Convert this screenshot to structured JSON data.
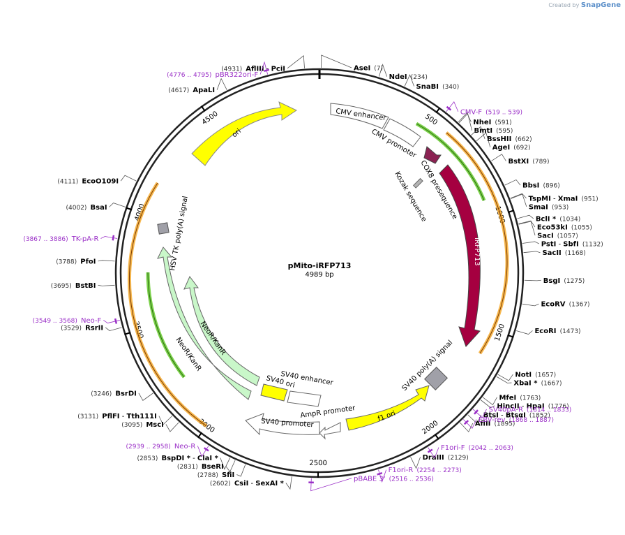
{
  "credit": {
    "prefix": "Created by",
    "brand": "SnapGene"
  },
  "plasmid": {
    "name": "pMito-iRFP713",
    "length_label": "4989 bp",
    "length": 4989
  },
  "ticks": [
    {
      "bp": 500,
      "label": "500"
    },
    {
      "bp": 1000,
      "label": "1000"
    },
    {
      "bp": 1500,
      "label": "1500"
    },
    {
      "bp": 2000,
      "label": "2000"
    },
    {
      "bp": 2500,
      "label": "2500"
    },
    {
      "bp": 3000,
      "label": "3000"
    },
    {
      "bp": 3500,
      "label": "3500"
    },
    {
      "bp": 4000,
      "label": "4000"
    },
    {
      "bp": 4500,
      "label": "4500"
    }
  ],
  "enzymes": [
    {
      "name": "AflIII",
      "name2": "PciI",
      "pos": "(4931)",
      "bp": 4931,
      "side": "L"
    },
    {
      "name": "AseI",
      "pos": "(7)",
      "bp": 7,
      "side": "R"
    },
    {
      "name": "NdeI",
      "pos": "(234)",
      "bp": 234,
      "side": "R"
    },
    {
      "name": "SnaBI",
      "pos": "(340)",
      "bp": 340,
      "side": "R"
    },
    {
      "name": "NheI",
      "pos": "(591)",
      "bp": 591,
      "side": "R"
    },
    {
      "name": "BmtI",
      "pos": "(595)",
      "bp": 595,
      "side": "R"
    },
    {
      "name": "BssHII",
      "pos": "(662)",
      "bp": 662,
      "side": "R"
    },
    {
      "name": "AgeI",
      "pos": "(692)",
      "bp": 692,
      "side": "R"
    },
    {
      "name": "BstXI",
      "pos": "(789)",
      "bp": 789,
      "side": "R"
    },
    {
      "name": "BbsI",
      "pos": "(896)",
      "bp": 896,
      "side": "R"
    },
    {
      "name": "TspMI",
      "name2": "XmaI",
      "pos": "(951)",
      "bp": 951,
      "side": "R"
    },
    {
      "name": "SmaI",
      "pos": "(953)",
      "bp": 953,
      "side": "R"
    },
    {
      "name": "BclI *",
      "pos": "(1034)",
      "bp": 1034,
      "side": "R"
    },
    {
      "name": "Eco53kI",
      "pos": "(1055)",
      "bp": 1055,
      "side": "R"
    },
    {
      "name": "SacI",
      "pos": "(1057)",
      "bp": 1057,
      "side": "R"
    },
    {
      "name": "PstI",
      "name2": "SbfI",
      "pos": "(1132)",
      "bp": 1132,
      "side": "R"
    },
    {
      "name": "SacII",
      "pos": "(1168)",
      "bp": 1168,
      "side": "R"
    },
    {
      "name": "BsgI",
      "pos": "(1275)",
      "bp": 1275,
      "side": "R"
    },
    {
      "name": "EcoRV",
      "pos": "(1367)",
      "bp": 1367,
      "side": "R"
    },
    {
      "name": "EcoRI",
      "pos": "(1473)",
      "bp": 1473,
      "side": "R"
    },
    {
      "name": "NotI",
      "pos": "(1657)",
      "bp": 1657,
      "side": "R"
    },
    {
      "name": "XbaI *",
      "pos": "(1667)",
      "bp": 1667,
      "side": "R"
    },
    {
      "name": "MfeI",
      "pos": "(1763)",
      "bp": 1763,
      "side": "R"
    },
    {
      "name": "HincII",
      "name2": "HpaI",
      "pos": "(1776)",
      "bp": 1776,
      "side": "R"
    },
    {
      "name": "BtsI",
      "name2": "BtsαI",
      "pos": "(1852)",
      "bp": 1852,
      "side": "R"
    },
    {
      "name": "AflII",
      "pos": "(1895)",
      "bp": 1895,
      "side": "R"
    },
    {
      "name": "DraIII",
      "pos": "(2129)",
      "bp": 2129,
      "side": "R"
    },
    {
      "name": "CsiI",
      "name2": "SexAI *",
      "pos": "(2602)",
      "bp": 2602,
      "side": "L"
    },
    {
      "name": "SfiI",
      "pos": "(2788)",
      "bp": 2788,
      "side": "L"
    },
    {
      "name": "BseRI",
      "pos": "(2831)",
      "bp": 2831,
      "side": "L"
    },
    {
      "name": "BspDI *",
      "name2": "ClaI *",
      "pos": "(2853)",
      "bp": 2853,
      "side": "L"
    },
    {
      "name": "MscI",
      "pos": "(3095)",
      "bp": 3095,
      "side": "L"
    },
    {
      "name": "PflFI",
      "name2": "Tth111I",
      "pos": "(3131)",
      "bp": 3131,
      "side": "L"
    },
    {
      "name": "BsrDI",
      "pos": "(3246)",
      "bp": 3246,
      "side": "L"
    },
    {
      "name": "RsrII",
      "pos": "(3529)",
      "bp": 3529,
      "side": "L"
    },
    {
      "name": "BstBI",
      "pos": "(3695)",
      "bp": 3695,
      "side": "L"
    },
    {
      "name": "PfoI",
      "pos": "(3788)",
      "bp": 3788,
      "side": "L"
    },
    {
      "name": "BsaI",
      "pos": "(4002)",
      "bp": 4002,
      "side": "L"
    },
    {
      "name": "EcoO109I",
      "pos": "(4111)",
      "bp": 4111,
      "side": "L"
    },
    {
      "name": "ApaLI",
      "pos": "(4617)",
      "bp": 4617,
      "side": "L"
    }
  ],
  "primers": [
    {
      "name": "pBR322ori-F",
      "pos": "(4776 .. 4795)",
      "bp": 4786,
      "side": "L"
    },
    {
      "name": "CMV-F",
      "pos": "(519 .. 539)",
      "bp": 529,
      "side": "R"
    },
    {
      "name": "TK-pA-R",
      "pos": "(3867 .. 3886)",
      "bp": 3876,
      "side": "L"
    },
    {
      "name": "Neo-F",
      "pos": "(3549 .. 3568)",
      "bp": 3558,
      "side": "L"
    },
    {
      "name": "SV40pA-R",
      "pos": "(1814 .. 1833)",
      "bp": 1823,
      "side": "R"
    },
    {
      "name": "EBV-rev",
      "pos": "(1868 .. 1887)",
      "bp": 1877,
      "side": "R"
    },
    {
      "name": "F1ori-F",
      "pos": "(2042 .. 2063)",
      "bp": 2052,
      "side": "R"
    },
    {
      "name": "F1ori-R",
      "pos": "(2254 .. 2273)",
      "bp": 2263,
      "side": "R"
    },
    {
      "name": "pBABE 3'",
      "pos": "(2516 .. 2536)",
      "bp": 2526,
      "side": "R"
    },
    {
      "name": "Neo-R",
      "pos": "(2939 .. 2958)",
      "bp": 2948,
      "side": "L"
    }
  ],
  "features": [
    {
      "name": "ori",
      "color": "#ffff00"
    },
    {
      "name": "CMV enhancer",
      "color": "#ffffff"
    },
    {
      "name": "CMV promoter",
      "color": "#ffffff"
    },
    {
      "name": "COX8 presequence",
      "color": "#8b2252"
    },
    {
      "name": "Kozak sequence",
      "color": "#b4b4b4"
    },
    {
      "name": "iRFP713",
      "color": "#a50040"
    },
    {
      "name": "SV40 poly(A) signal",
      "color": "#a0a0a8"
    },
    {
      "name": "f1 ori",
      "color": "#ffff00"
    },
    {
      "name": "AmpR promoter",
      "color": "#ffffff"
    },
    {
      "name": "SV40 promoter",
      "color": "#ffffff"
    },
    {
      "name": "SV40 enhancer",
      "color": "#ffffff"
    },
    {
      "name": "SV40 ori",
      "color": "#ffff00"
    },
    {
      "name": "NeoR/KanR",
      "color": "#c9f7c9"
    },
    {
      "name": "HSV TK poly(A) signal",
      "color": "#a0a0a8"
    }
  ],
  "colors": {
    "primer": "#9a2fc7",
    "backbone": "#222222",
    "orf_orange": "#f5a623",
    "orf_green": "#3a8c1a"
  }
}
